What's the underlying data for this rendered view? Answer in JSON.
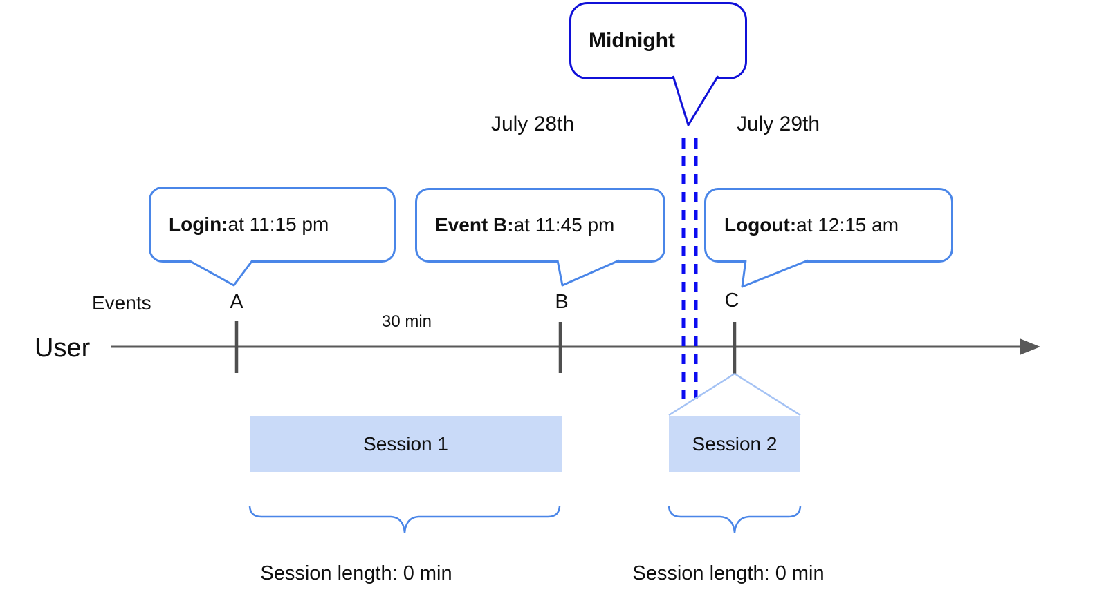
{
  "palette": {
    "timeline_gray": "#595959",
    "tick_gray": "#4f4f4f",
    "event_bubble_blue": "#4a86e8",
    "midnight_blue": "#1010d8",
    "dash_blue": "#0c0cf0",
    "session_fill": "#c9daf8",
    "roof_blue": "#a4c2f4",
    "brace_blue": "#4a86e8",
    "text_black": "#0f0f0f"
  },
  "midnight_callout": {
    "label": "Midnight"
  },
  "dates": {
    "before": "July 28th",
    "after": "July 29th"
  },
  "event_callouts": {
    "login": {
      "bold": "Login:",
      "rest": " at 11:15 pm"
    },
    "event_b": {
      "bold": "Event B:",
      "rest": " at 11:45 pm"
    },
    "logout": {
      "bold": "Logout:",
      "rest": " at 12:15 am"
    }
  },
  "timeline": {
    "events_label": "Events",
    "user_label": "User",
    "interval_label": "30 min",
    "markers": {
      "a": "A",
      "b": "B",
      "c": "C"
    }
  },
  "sessions": {
    "one": {
      "label": "Session 1",
      "length_label": "Session length: 0 min"
    },
    "two": {
      "label": "Session 2",
      "length_label": "Session length: 0 min"
    }
  }
}
